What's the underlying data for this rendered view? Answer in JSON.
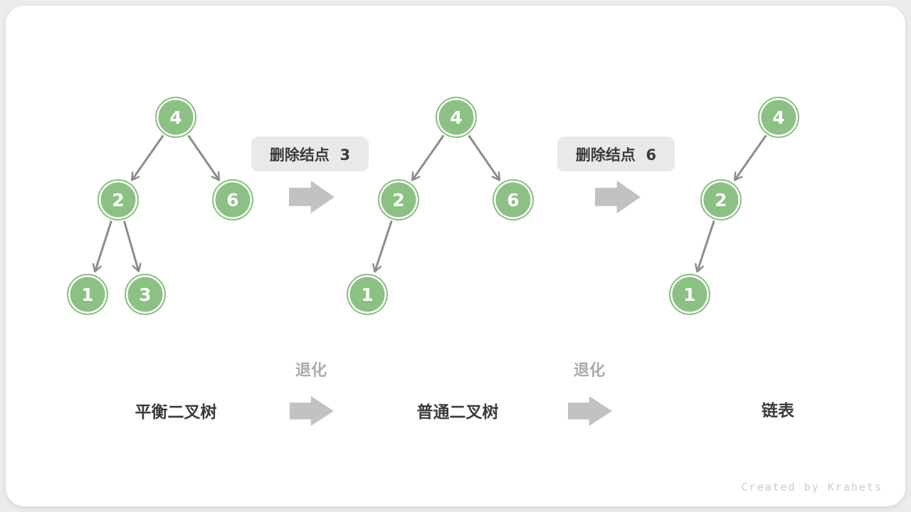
{
  "watermark": "Created by Krahets",
  "colors": {
    "node_green": "#8cc084",
    "node_text": "#ffffff",
    "edge_gray": "#8c8c8c",
    "block_arrow_gray": "#c2c2c2",
    "label_box_bg": "#e9e9e9",
    "dark_text": "#3b3b3b",
    "muted_text": "#ababab",
    "watermark_text": "#cccccc",
    "card_bg": "#ffffff",
    "page_bg": "#ececec"
  },
  "transitions": [
    {
      "label": "删除结点  3"
    },
    {
      "label": "删除结点  6"
    }
  ],
  "degenerate_label": "退化",
  "stages": [
    {
      "label": "平衡二叉树"
    },
    {
      "label": "普通二叉树"
    },
    {
      "label": "链表"
    }
  ],
  "trees": [
    {
      "nodes": [
        {
          "value": "4"
        },
        {
          "value": "2"
        },
        {
          "value": "6"
        },
        {
          "value": "1"
        },
        {
          "value": "3"
        }
      ]
    },
    {
      "nodes": [
        {
          "value": "4"
        },
        {
          "value": "2"
        },
        {
          "value": "6"
        },
        {
          "value": "1"
        }
      ]
    },
    {
      "nodes": [
        {
          "value": "4"
        },
        {
          "value": "2"
        },
        {
          "value": "1"
        }
      ]
    }
  ]
}
